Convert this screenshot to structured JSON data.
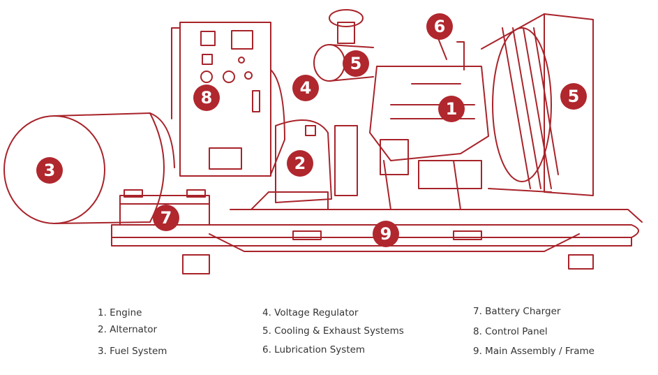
{
  "colors": {
    "line": "#a8232a",
    "badge": "#b0272e",
    "text": "#333333",
    "background": "#ffffff"
  },
  "components": [
    {
      "number": "1",
      "label": "1. Engine"
    },
    {
      "number": "2",
      "label": "2. Alternator"
    },
    {
      "number": "3",
      "label": "3. Fuel System"
    },
    {
      "number": "4",
      "label": "4. Voltage Regulator"
    },
    {
      "number": "5",
      "label": "5. Cooling & Exhaust Systems"
    },
    {
      "number": "6",
      "label": "6. Lubrication System"
    },
    {
      "number": "7",
      "label": "7. Battery Charger"
    },
    {
      "number": "8",
      "label": "8. Control Panel"
    },
    {
      "number": "9",
      "label": "9. Main Assembly / Frame"
    }
  ],
  "badges": [
    {
      "number": "1",
      "component": "engine"
    },
    {
      "number": "2",
      "component": "alternator"
    },
    {
      "number": "3",
      "component": "fuel-system"
    },
    {
      "number": "4",
      "component": "voltage-regulator"
    },
    {
      "number": "5",
      "component": "exhaust"
    },
    {
      "number": "5",
      "component": "radiator"
    },
    {
      "number": "6",
      "component": "lubrication-system"
    },
    {
      "number": "7",
      "component": "battery-charger"
    },
    {
      "number": "8",
      "component": "control-panel"
    },
    {
      "number": "9",
      "component": "main-frame"
    }
  ]
}
